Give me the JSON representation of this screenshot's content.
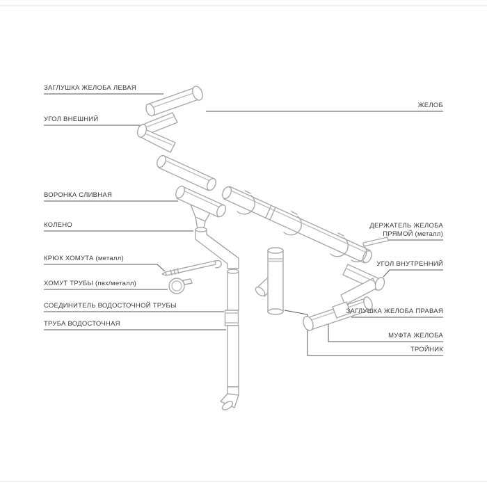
{
  "diagram_subject": "Водосточная система (схема элементов)",
  "labels_left": [
    {
      "text": "ЗАГЛУШКА ЖЕЛОБА ЛЕВАЯ"
    },
    {
      "text": "УГОЛ ВНЕШНИЙ"
    },
    {
      "text": "ВОРОНКА СЛИВНАЯ"
    },
    {
      "text": "КОЛЕНО"
    },
    {
      "text": "КРЮК ХОМУТА (металл)"
    },
    {
      "text": "ХОМУТ ТРУБЫ (пвх/металл)"
    },
    {
      "text": "СОЕДИНИТЕЛЬ ВОДОСТОЧНОЙ ТРУБЫ"
    },
    {
      "text": "ТРУБА ВОДОСТОЧНАЯ"
    }
  ],
  "labels_right": [
    {
      "text": "ЖЕЛОБ"
    },
    {
      "text": "ДЕРЖАТЕЛЬ ЖЕЛОБА ПРЯМОЙ (металл)"
    },
    {
      "text": "УГОЛ ВНУТРЕННИЙ"
    },
    {
      "text": "ЗАГЛУШКА ЖЕЛОБА ПРАВАЯ"
    },
    {
      "text": "МУФТА ЖЕЛОБА"
    },
    {
      "text": "ТРОЙНИК"
    }
  ],
  "colors": {
    "background": "#ffffff",
    "artwork_line": "#a8a8a8",
    "leader_line": "#565656",
    "label_text": "#3a3a3a",
    "page_rule": "#e2e2e2"
  }
}
